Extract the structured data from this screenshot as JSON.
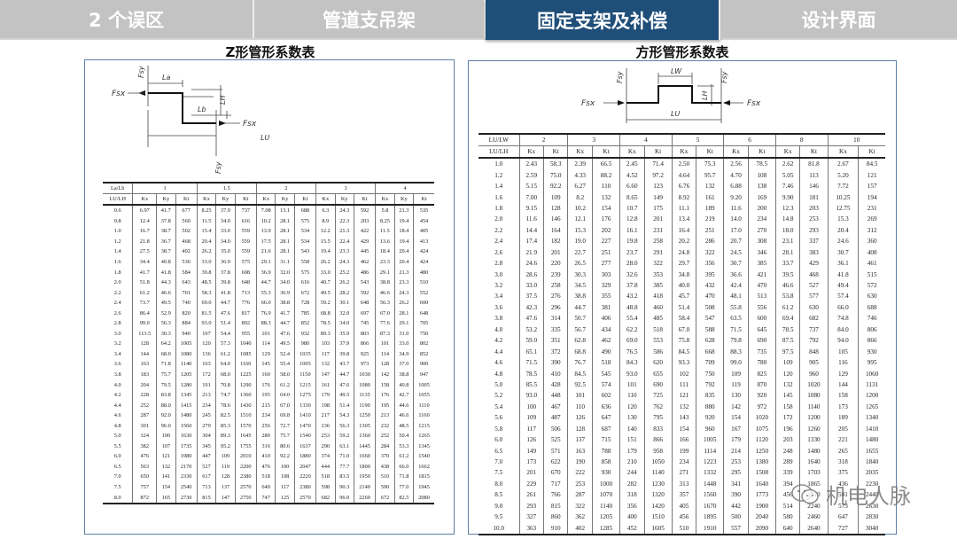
{
  "tabs": [
    {
      "label": "2 个误区",
      "active": false
    },
    {
      "label": "管道支吊架",
      "active": false
    },
    {
      "label": "固定支架及补偿",
      "active": true
    },
    {
      "label": "设计界面",
      "active": false
    }
  ],
  "colors": {
    "active_tab": "#1f4e79",
    "inactive_tab": "#c3c3c3",
    "panel_border": "#5d7fa8"
  },
  "z_panel": {
    "title": "Z形管形系数表",
    "diagram_labels": {
      "fsy_top": "Fsy",
      "fsx_left": "Fsx",
      "la": "La",
      "lb": "Lb",
      "lh": "LH",
      "lu": "LU",
      "fsx_right": "Fsx",
      "fsy_bottom": "Fsy"
    },
    "header_row1_label": "La/Lb",
    "header_row2_label": "LU/LH",
    "groups": [
      "1",
      "1.5",
      "2",
      "3",
      "4"
    ],
    "subcols": [
      "Kx",
      "Ky",
      "Kt"
    ],
    "rows": [
      [
        "0.6",
        "6.97",
        "41.7",
        "677",
        "8.25",
        "37.9",
        "737",
        "7.08",
        "13.1",
        "688",
        "6.3",
        "24.3",
        "592",
        "5.8",
        "21.3",
        "535"
      ],
      [
        "0.8",
        "12.4",
        "37.8",
        "560",
        "11.5",
        "34.0",
        "616",
        "10.2",
        "28.1",
        "575",
        "8.9",
        "22.3",
        "203",
        "8.25",
        "19.4",
        "454"
      ],
      [
        "1.0",
        "16.7",
        "38.7",
        "502",
        "15.4",
        "33.0",
        "559",
        "13.9",
        "28.1",
        "534",
        "12.2",
        "21.3",
        "422",
        "11.5",
        "18.4",
        "405"
      ],
      [
        "1.2",
        "21.8",
        "36.7",
        "468",
        "20.4",
        "34.0",
        "559",
        "17.5",
        "28.1",
        "534",
        "15.5",
        "22.4",
        "429",
        "13.6",
        "19.4",
        "413"
      ],
      [
        "1.4",
        "27.5",
        "38.7",
        "402",
        "26.2",
        "35.0",
        "559",
        "21.6",
        "28.1",
        "543",
        "19.4",
        "23.3",
        "445",
        "18.4",
        "20.4",
        "424"
      ],
      [
        "1.6",
        "34.4",
        "40.8",
        "536",
        "33.0",
        "36.9",
        "575",
        "29.1",
        "31.1",
        "558",
        "26.2",
        "24.3",
        "462",
        "23.3",
        "20.4",
        "424"
      ],
      [
        "1.8",
        "41.7",
        "41.8",
        "584",
        "39.8",
        "37.8",
        "608",
        "36.9",
        "32.0",
        "575",
        "33.0",
        "25.2",
        "486",
        "29.1",
        "21.3",
        "480"
      ],
      [
        "2.0",
        "51.8",
        "44.3",
        "643",
        "48.5",
        "39.8",
        "648",
        "44.7",
        "34.0",
        "616",
        "40.7",
        "26.2",
        "543",
        "38.8",
        "23.3",
        "510"
      ],
      [
        "2.2",
        "61.2",
        "46.6",
        "701",
        "58.3",
        "41.8",
        "713",
        "55.3",
        "36.9",
        "672",
        "49.5",
        "28.2",
        "592",
        "46.6",
        "24.3",
        "552"
      ],
      [
        "2.4",
        "73.7",
        "49.5",
        "740",
        "69.0",
        "44.7",
        "776",
        "66.0",
        "38.8",
        "728",
        "59.2",
        "30.1",
        "648",
        "56.3",
        "26.2",
        "600"
      ],
      [
        "2.6",
        "86.4",
        "52.9",
        "820",
        "81.5",
        "47.6",
        "817",
        "76.9",
        "41.7",
        "785",
        "68.8",
        "32.0",
        "697",
        "67.0",
        "28.1",
        "648"
      ],
      [
        "2.8",
        "99.0",
        "56.3",
        "884",
        "93.0",
        "51.4",
        "892",
        "88.3",
        "44.7",
        "852",
        "78.5",
        "34.0",
        "745",
        "77.6",
        "29.1",
        "705"
      ],
      [
        "3.0",
        "113.5",
        "30.3",
        "940",
        "107",
        "54.4",
        "955",
        "101",
        "47.6",
        "932",
        "89.3",
        "35.9",
        "803",
        "87.3",
        "31.0",
        "750"
      ],
      [
        "3.2",
        "128",
        "64.2",
        "1005",
        "120",
        "57.3",
        "1040",
        "114",
        "49.5",
        "980",
        "103",
        "37.9",
        "866",
        "101",
        "33.0",
        "802"
      ],
      [
        "3.4",
        "144",
        "68.0",
        "1080",
        "136",
        "61.2",
        "1085",
        "129",
        "52.4",
        "1035",
        "117",
        "39.8",
        "925",
        "114",
        "34.9",
        "852"
      ],
      [
        "3.6",
        "163",
        "71.8",
        "1140",
        "163",
        "64.0",
        "1160",
        "145",
        "55.4",
        "1095",
        "132",
        "43.7",
        "973",
        "128",
        "37.0",
        "900"
      ],
      [
        "3.8",
        "183",
        "75.7",
        "1205",
        "172",
        "68.0",
        "1225",
        "160",
        "58.0",
        "1150",
        "147",
        "44.7",
        "1030",
        "142",
        "38.8",
        "947"
      ],
      [
        "4.0",
        "204",
        "79.5",
        "1280",
        "191",
        "70.8",
        "1290",
        "176",
        "61.2",
        "1215",
        "161",
        "47.6",
        "1080",
        "158",
        "40.8",
        "1005"
      ],
      [
        "4.2",
        "228",
        "83.8",
        "1345",
        "213",
        "74.7",
        "1360",
        "195",
        "64.0",
        "1275",
        "179",
        "49.5",
        "1135",
        "176",
        "42.7",
        "1055"
      ],
      [
        "4.4",
        "252",
        "88.0",
        "1415",
        "234",
        "78.6",
        "1430",
        "215",
        "67.0",
        "1330",
        "198",
        "51.4",
        "1190",
        "195",
        "44.6",
        "1110"
      ],
      [
        "4.6",
        "287",
        "92.0",
        "1480",
        "245",
        "82.5",
        "1510",
        "234",
        "69.8",
        "1410",
        "217",
        "54.3",
        "1250",
        "213",
        "46.6",
        "1160"
      ],
      [
        "4.8",
        "301",
        "96.0",
        "1560",
        "279",
        "85.3",
        "1570",
        "256",
        "72.7",
        "1470",
        "236",
        "56.3",
        "1305",
        "232",
        "48.5",
        "1215"
      ],
      [
        "5.0",
        "324",
        "100",
        "1630",
        "304",
        "89.3",
        "1645",
        "280",
        "75.7",
        "1540",
        "253",
        "59.2",
        "1360",
        "252",
        "50.4",
        "1265"
      ],
      [
        "5.5",
        "382",
        "107",
        "1735",
        "345",
        "95.2",
        "1755",
        "316",
        "80.6",
        "1637",
        "290",
        "63.1",
        "1445",
        "284",
        "53.3",
        "1345"
      ],
      [
        "6.0",
        "476",
        "121",
        "1980",
        "447",
        "109",
        "2010",
        "410",
        "92.2",
        "1880",
        "374",
        "71.0",
        "1660",
        "370",
        "61.2",
        "1540"
      ],
      [
        "6.5",
        "563",
        "132",
        "2170",
        "527",
        "119",
        "2200",
        "476",
        "100",
        "2047",
        "444",
        "77.7",
        "1800",
        "438",
        "66.0",
        "1662"
      ],
      [
        "7.0",
        "650",
        "141",
        "2330",
        "617",
        "128",
        "2380",
        "518",
        "108",
        "2220",
        "518",
        "83.5",
        "1950",
        "510",
        "71.8",
        "1815"
      ],
      [
        "7.5",
        "757",
        "154",
        "2540",
        "713",
        "137",
        "2570",
        "640",
        "117",
        "2380",
        "598",
        "90.3",
        "2140",
        "590",
        "77.0",
        "1945"
      ],
      [
        "8.0",
        "872",
        "165",
        "2730",
        "815",
        "147",
        "2750",
        "747",
        "125",
        "2570",
        "682",
        "96.0",
        "2260",
        "672",
        "82.5",
        "2080"
      ]
    ]
  },
  "square_panel": {
    "title": "方形管形系数表",
    "diagram_labels": {
      "fsy_left": "Fsy",
      "fsx_left": "Fsx",
      "lw": "LW",
      "lh": "LH",
      "lu": "LU",
      "fsy_right": "Fsy",
      "fsx_right": "Fsx"
    },
    "header_row1_label": "LU/LW",
    "header_row2_label": "LU/LH",
    "groups": [
      "2",
      "3",
      "4",
      "5",
      "6",
      "8",
      "10"
    ],
    "subcols": [
      "Kx",
      "Kt"
    ],
    "rows": [
      [
        "1.0",
        "2.43",
        "58.3",
        "2.39",
        "66.5",
        "2.45",
        "71.4",
        "2.50",
        "75.3",
        "2.56",
        "78.5",
        "2.62",
        "81.8",
        "2.67",
        "84.5"
      ],
      [
        "1.2",
        "2.59",
        "75.0",
        "4.33",
        "88.2",
        "4.52",
        "97.2",
        "4.64",
        "95.7",
        "4.70",
        "108",
        "5.05",
        "113",
        "5.20",
        "121"
      ],
      [
        "1.4",
        "5.15",
        "92.2",
        "6.27",
        "110",
        "6.60",
        "123",
        "6.76",
        "132",
        "6.88",
        "138",
        "7.46",
        "146",
        "7.72",
        "157"
      ],
      [
        "1.6",
        "7.00",
        "109",
        "8.2",
        "132",
        "8.65",
        "149",
        "8.92",
        "161",
        "9.20",
        "169",
        "9.90",
        "181",
        "10.25",
        "194"
      ],
      [
        "1.8",
        "9.15",
        "128",
        "10.2",
        "154",
        "10.7",
        "175",
        "11.1",
        "189",
        "11.6",
        "200",
        "12.3",
        "203",
        "12.75",
        "231"
      ],
      [
        "2.0",
        "11.6",
        "146",
        "12.1",
        "176",
        "12.8",
        "201",
        "13.4",
        "219",
        "14.0",
        "234",
        "14.8",
        "253",
        "15.3",
        "269"
      ],
      [
        "2.2",
        "14.4",
        "164",
        "15.3",
        "202",
        "16.1",
        "231",
        "16.4",
        "251",
        "17.0",
        "270",
        "18.0",
        "293",
        "20.4",
        "312"
      ],
      [
        "2.4",
        "17.4",
        "182",
        "19.0",
        "227",
        "19.8",
        "258",
        "20.2",
        "286",
        "20.7",
        "308",
        "23.1",
        "337",
        "24.6",
        "360"
      ],
      [
        "2.6",
        "21.9",
        "201",
        "22.7",
        "251",
        "23.7",
        "291",
        "24.8",
        "322",
        "24.5",
        "346",
        "28.1",
        "383",
        "30.7",
        "408"
      ],
      [
        "2.8",
        "24.6",
        "220",
        "26.5",
        "277",
        "28.0",
        "322",
        "29.7",
        "356",
        "30.7",
        "385",
        "33.7",
        "429",
        "36.1",
        "461"
      ],
      [
        "3.0",
        "28.6",
        "239",
        "30.3",
        "303",
        "32.6",
        "353",
        "34.8",
        "395",
        "36.6",
        "421",
        "39.5",
        "468",
        "41.8",
        "515"
      ],
      [
        "3.2",
        "33.0",
        "258",
        "34.5",
        "329",
        "37.8",
        "385",
        "40.0",
        "432",
        "42.4",
        "470",
        "46.6",
        "527",
        "49.4",
        "572"
      ],
      [
        "3.4",
        "37.5",
        "276",
        "38.8",
        "355",
        "43.2",
        "418",
        "45.7",
        "470",
        "48.1",
        "513",
        "53.8",
        "577",
        "57.4",
        "630"
      ],
      [
        "3.6",
        "42.3",
        "296",
        "44.7",
        "381",
        "48.8",
        "460",
        "51.4",
        "508",
        "55.8",
        "556",
        "61.2",
        "630",
        "66.0",
        "688"
      ],
      [
        "3.8",
        "47.6",
        "314",
        "50.7",
        "406",
        "55.4",
        "485",
        "58.4",
        "547",
        "63.5",
        "600",
        "69.4",
        "682",
        "74.8",
        "746"
      ],
      [
        "4.0",
        "53.2",
        "335",
        "56.7",
        "434",
        "62.2",
        "518",
        "67.0",
        "588",
        "71.5",
        "645",
        "78.5",
        "737",
        "84.0",
        "806"
      ],
      [
        "4.2",
        "59.0",
        "351",
        "62.8",
        "462",
        "69.0",
        "553",
        "75.8",
        "628",
        "79.8",
        "690",
        "87.5",
        "792",
        "94.0",
        "866"
      ],
      [
        "4.4",
        "65.1",
        "372",
        "68.8",
        "490",
        "76.5",
        "586",
        "84.5",
        "668",
        "88.3",
        "735",
        "97.5",
        "848",
        "105",
        "930"
      ],
      [
        "4.6",
        "71.5",
        "390",
        "76.7",
        "518",
        "84.3",
        "620",
        "93.3",
        "709",
        "99.0",
        "780",
        "109",
        "905",
        "116",
        "995"
      ],
      [
        "4.8",
        "78.5",
        "410",
        "84.5",
        "545",
        "93.0",
        "655",
        "102",
        "750",
        "109",
        "825",
        "120",
        "960",
        "129",
        "1060"
      ],
      [
        "5.0",
        "85.5",
        "428",
        "92.5",
        "574",
        "101",
        "690",
        "111",
        "792",
        "119",
        "870",
        "132",
        "1020",
        "144",
        "1131"
      ],
      [
        "5.2",
        "93.0",
        "448",
        "101",
        "602",
        "110",
        "725",
        "121",
        "835",
        "130",
        "920",
        "145",
        "1080",
        "158",
        "1200"
      ],
      [
        "5.4",
        "100",
        "467",
        "110",
        "636",
        "120",
        "762",
        "132",
        "880",
        "142",
        "972",
        "158",
        "1140",
        "173",
        "1265"
      ],
      [
        "5.6",
        "109",
        "487",
        "126",
        "647",
        "130",
        "795",
        "143",
        "920",
        "154",
        "1020",
        "172",
        "1200",
        "189",
        "1340"
      ],
      [
        "5.8",
        "117",
        "506",
        "128",
        "687",
        "140",
        "833",
        "154",
        "960",
        "167",
        "1075",
        "196",
        "1260",
        "205",
        "1410"
      ],
      [
        "6.0",
        "126",
        "525",
        "137",
        "715",
        "151",
        "866",
        "166",
        "1005",
        "179",
        "1120",
        "203",
        "1330",
        "221",
        "1480"
      ],
      [
        "6.5",
        "149",
        "571",
        "163",
        "788",
        "179",
        "958",
        "199",
        "1114",
        "214",
        "1250",
        "248",
        "1480",
        "265",
        "1655"
      ],
      [
        "7.0",
        "173",
        "622",
        "190",
        "858",
        "210",
        "1050",
        "234",
        "1223",
        "253",
        "1380",
        "289",
        "1640",
        "318",
        "1840"
      ],
      [
        "7.5",
        "201",
        "670",
        "222",
        "930",
        "244",
        "1140",
        "271",
        "1332",
        "295",
        "1508",
        "339",
        "1703",
        "375",
        "2035"
      ],
      [
        "8.0",
        "229",
        "717",
        "253",
        "1000",
        "282",
        "1230",
        "313",
        "1448",
        "341",
        "1640",
        "394",
        "1865",
        "436",
        "2230"
      ],
      [
        "8.5",
        "261",
        "766",
        "287",
        "1070",
        "318",
        "1320",
        "357",
        "1560",
        "390",
        "1773",
        "456",
        "2010",
        "501",
        "2440"
      ],
      [
        "9.0",
        "293",
        "815",
        "322",
        "1140",
        "356",
        "1420",
        "405",
        "1670",
        "442",
        "1900",
        "514",
        "2240",
        "573",
        "2630"
      ],
      [
        "9.5",
        "327",
        "860",
        "362",
        "1205",
        "400",
        "1510",
        "456",
        "1895",
        "500",
        "2040",
        "580",
        "2460",
        "647",
        "2830"
      ],
      [
        "10.0",
        "363",
        "910",
        "402",
        "1285",
        "452",
        "1605",
        "510",
        "1910",
        "557",
        "2090",
        "640",
        "2640",
        "727",
        "3040"
      ]
    ]
  },
  "watermark": {
    "icon": "wechat-icon",
    "text": "机电人脉"
  }
}
